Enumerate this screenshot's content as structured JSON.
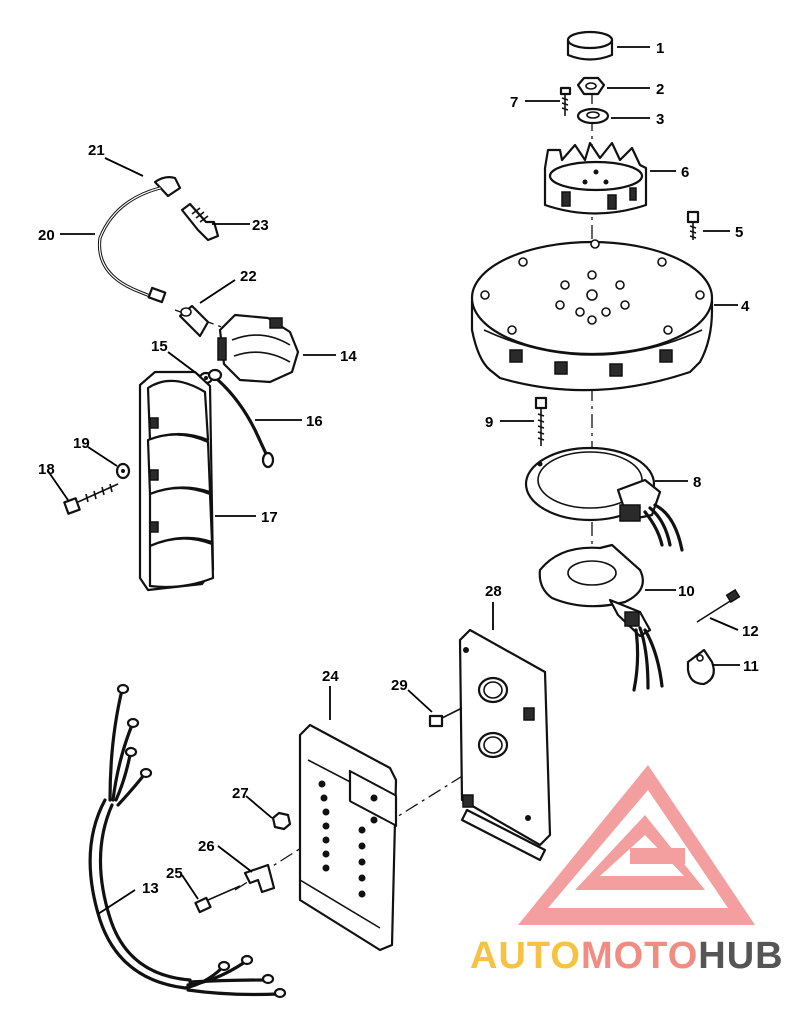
{
  "part_labels": [
    "1",
    "2",
    "3",
    "4",
    "5",
    "6",
    "7",
    "8",
    "9",
    "10",
    "11",
    "12",
    "13",
    "14",
    "15",
    "16",
    "17",
    "18",
    "19",
    "20",
    "21",
    "22",
    "23",
    "24",
    "25",
    "26",
    "27",
    "28",
    "29"
  ],
  "watermark": {
    "part1": "AUTO",
    "part2": "MOTO",
    "part3": "HUB",
    "color1": "#f5c242",
    "color2": "#f28b82",
    "color3": "#555555",
    "logo_color": "#f08080"
  }
}
